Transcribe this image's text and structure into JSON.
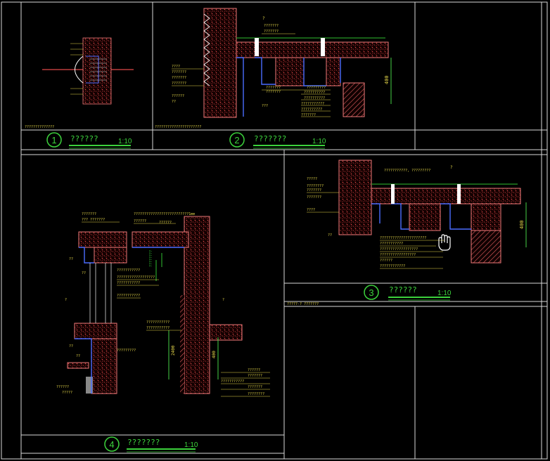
{
  "drawing": {
    "background": "#000000",
    "colors": {
      "frame": "#d8d8d8",
      "title_green": "#3cd23c",
      "leader_yellow": "#e6d84a",
      "hatch_red": "#e04848",
      "concrete_pink": "#f07a7a",
      "waterproof_blue": "#4a6cff",
      "finish_green": "#2fbf2f",
      "dim_green": "#46d046"
    },
    "cursor_icon": "hand-pointer-icon"
  },
  "panels": [
    {
      "id": "detail-1",
      "number": "1",
      "title": "??????",
      "scale": "1:10",
      "sheet_note": "??????????????"
    },
    {
      "id": "detail-2",
      "number": "2",
      "title": "???????",
      "scale": "1:10",
      "sheet_note": "??????????????????????",
      "tag": "?",
      "dimension": "400",
      "callouts": [
        "???????",
        "???????",
        "???????",
        "???????",
        "?????????",
        "??????????",
        "??????????",
        "???????????",
        "??????????",
        "???????",
        "???????????"
      ],
      "left_labels": [
        "????",
        "???????",
        "???????",
        "???????",
        "??????",
        "??"
      ],
      "bottom_label": "???"
    },
    {
      "id": "detail-3",
      "number": "3",
      "title": "??????",
      "scale": "1:10",
      "sheet_note": "?????-? ???????",
      "tag": "?",
      "dimension": "400",
      "left_labels": [
        "?????",
        "????????",
        "???????",
        "???????",
        "????"
      ],
      "mark": "??",
      "callouts": [
        "???????????, ?????????",
        "??????????????????????",
        "???????????",
        "??????????????????",
        "?????????????????",
        "??????",
        "????????????"
      ]
    },
    {
      "id": "detail-4",
      "number": "4",
      "title": "???????",
      "scale": "1:10",
      "top_callouts": [
        "???????",
        "??? ???????",
        "??????????????????????????1mm",
        "??????",
        "??????"
      ],
      "left_labels": [
        "??",
        "??",
        "??",
        "??",
        "??????",
        "?????"
      ],
      "mid_callouts": [
        "???????????",
        "??????????????????",
        "???????????",
        "???????????"
      ],
      "right_callouts": [
        "???????????",
        "???????????",
        "?????????"
      ],
      "dim_1": "2400",
      "dim_2": "400",
      "bottom_right_callouts": [
        "??????",
        "???????",
        "???????????",
        "???????",
        "????????"
      ],
      "side_tag": "????????",
      "marks": [
        "?",
        "?"
      ]
    }
  ]
}
